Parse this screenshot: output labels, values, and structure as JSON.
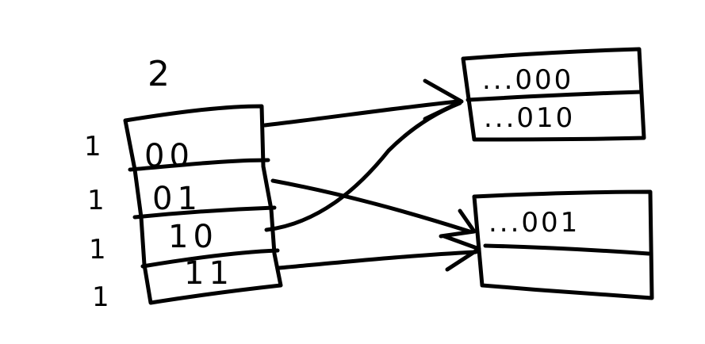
{
  "global_depth": "2",
  "directory": {
    "entries": [
      {
        "index": "00",
        "local_depth": "1"
      },
      {
        "index": "01",
        "local_depth": "1"
      },
      {
        "index": "10",
        "local_depth": "1"
      },
      {
        "index": "11",
        "local_depth": "1"
      }
    ]
  },
  "buckets": {
    "top": {
      "slots": [
        "...000",
        "...010"
      ]
    },
    "bottom": {
      "slots": [
        "...001",
        ""
      ]
    }
  }
}
